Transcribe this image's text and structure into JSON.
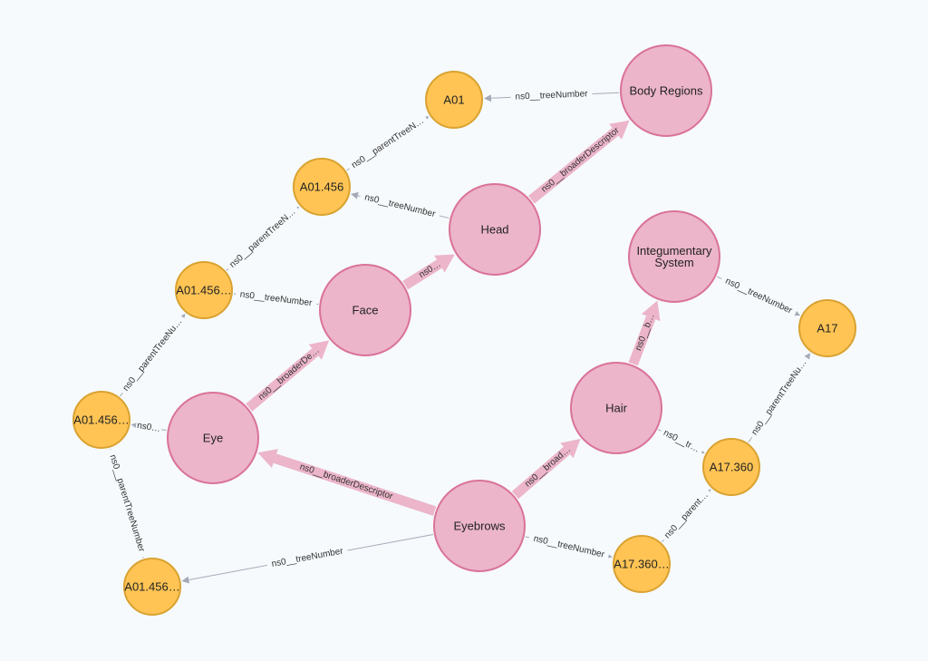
{
  "colors": {
    "background": "#f6fafd",
    "concept_fill": "#ecb5c9",
    "concept_stroke": "#da7298",
    "tree_fill": "#ffc454",
    "tree_stroke": "#d9a230",
    "thin_edge": "#a5abb6",
    "thick_edge": "#ecb5c9"
  },
  "nodes": [
    {
      "id": "body_regions",
      "kind": "concept",
      "lines": [
        "Body Regions"
      ]
    },
    {
      "id": "head",
      "kind": "concept",
      "lines": [
        "Head"
      ]
    },
    {
      "id": "face",
      "kind": "concept",
      "lines": [
        "Face"
      ]
    },
    {
      "id": "eye",
      "kind": "concept",
      "lines": [
        "Eye"
      ]
    },
    {
      "id": "eyebrows",
      "kind": "concept",
      "lines": [
        "Eyebrows"
      ]
    },
    {
      "id": "hair",
      "kind": "concept",
      "lines": [
        "Hair"
      ]
    },
    {
      "id": "integumentary",
      "kind": "concept",
      "lines": [
        "Integumentary",
        "System"
      ]
    },
    {
      "id": "a01",
      "kind": "tree",
      "lines": [
        "A01"
      ]
    },
    {
      "id": "a01_456",
      "kind": "tree",
      "lines": [
        "A01.456"
      ]
    },
    {
      "id": "a01_456_b",
      "kind": "tree",
      "lines": [
        "A01.456…"
      ]
    },
    {
      "id": "a01_456_c",
      "kind": "tree",
      "lines": [
        "A01.456…"
      ]
    },
    {
      "id": "a01_456_d",
      "kind": "tree",
      "lines": [
        "A01.456…"
      ]
    },
    {
      "id": "a17",
      "kind": "tree",
      "lines": [
        "A17"
      ]
    },
    {
      "id": "a17_360",
      "kind": "tree",
      "lines": [
        "A17.360"
      ]
    },
    {
      "id": "a17_360_b",
      "kind": "tree",
      "lines": [
        "A17.360…"
      ]
    }
  ],
  "edges": [
    {
      "from": "body_regions",
      "to": "a01",
      "label": "ns0__treeNumber",
      "style": "thin"
    },
    {
      "from": "a01_456",
      "to": "a01",
      "label": "ns0__parentTreeN…",
      "style": "thin"
    },
    {
      "from": "head",
      "to": "a01_456",
      "label": "ns0__treeNumber",
      "style": "thin"
    },
    {
      "from": "head",
      "to": "body_regions",
      "label": "ns0__broaderDescriptor",
      "style": "thick"
    },
    {
      "from": "a01_456_b",
      "to": "a01_456",
      "label": "ns0__parentTreeN…",
      "style": "thin"
    },
    {
      "from": "face",
      "to": "a01_456_b",
      "label": "ns0__treeNumber",
      "style": "thin"
    },
    {
      "from": "face",
      "to": "head",
      "label": "ns0…",
      "style": "thick"
    },
    {
      "from": "a01_456_c",
      "to": "a01_456_b",
      "label": "ns0__parentTreeNu…",
      "style": "thin"
    },
    {
      "from": "eye",
      "to": "face",
      "label": "ns0__broaderDe…",
      "style": "thick"
    },
    {
      "from": "eye",
      "to": "a01_456_c",
      "label": "ns0…",
      "style": "thin"
    },
    {
      "from": "a01_456_d",
      "to": "a01_456_c",
      "label": "ns0__parentTreeNumber",
      "style": "thin"
    },
    {
      "from": "eyebrows",
      "to": "eye",
      "label": "ns0__broaderDescriptor",
      "style": "thick"
    },
    {
      "from": "eyebrows",
      "to": "hair",
      "label": "ns0__broad…",
      "style": "thick"
    },
    {
      "from": "eyebrows",
      "to": "a01_456_d",
      "label": "ns0__treeNumber",
      "style": "thin"
    },
    {
      "from": "eyebrows",
      "to": "a17_360_b",
      "label": "ns0__treeNumber",
      "style": "thin"
    },
    {
      "from": "hair",
      "to": "integumentary",
      "label": "ns0__b…",
      "style": "thick"
    },
    {
      "from": "hair",
      "to": "a17_360",
      "label": "ns0__tr…",
      "style": "thin"
    },
    {
      "from": "integumentary",
      "to": "a17",
      "label": "ns0__treeNumber",
      "style": "thin"
    },
    {
      "from": "a17_360",
      "to": "a17",
      "label": "ns0__parentTreeNu…",
      "style": "thin"
    },
    {
      "from": "a17_360_b",
      "to": "a17_360",
      "label": "ns0__parent…",
      "style": "thin"
    }
  ]
}
